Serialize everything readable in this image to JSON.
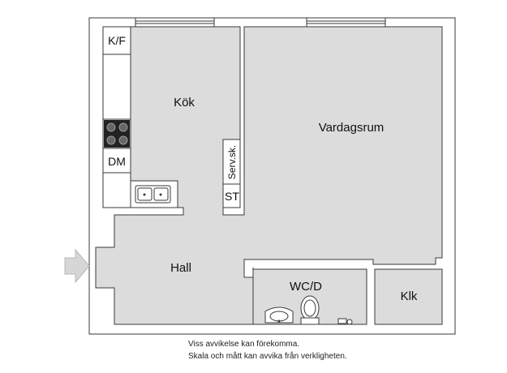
{
  "rooms": {
    "kok": "Kök",
    "vardagsrum": "Vardagsrum",
    "hall": "Hall",
    "wcd": "WC/D",
    "klk": "Klk"
  },
  "fixtures": {
    "kf": "K/F",
    "dm": "DM",
    "st": "ST",
    "serv_sk": "Serv.sk."
  },
  "notes": {
    "line1": "Viss avvikelse kan förekomma.",
    "line2": "Skala och mått kan avvika från verkligheten."
  },
  "colors": {
    "floor": "#dcdcdc",
    "wall": "#ffffff",
    "outline": "#3a3a3a",
    "entry_arrow": "#d6d6d6"
  },
  "icons": [
    "stove-icon",
    "sink-icon",
    "washbasin-icon",
    "toilet-icon",
    "floor-drain-icon",
    "entry-arrow-icon",
    "window-icon"
  ]
}
